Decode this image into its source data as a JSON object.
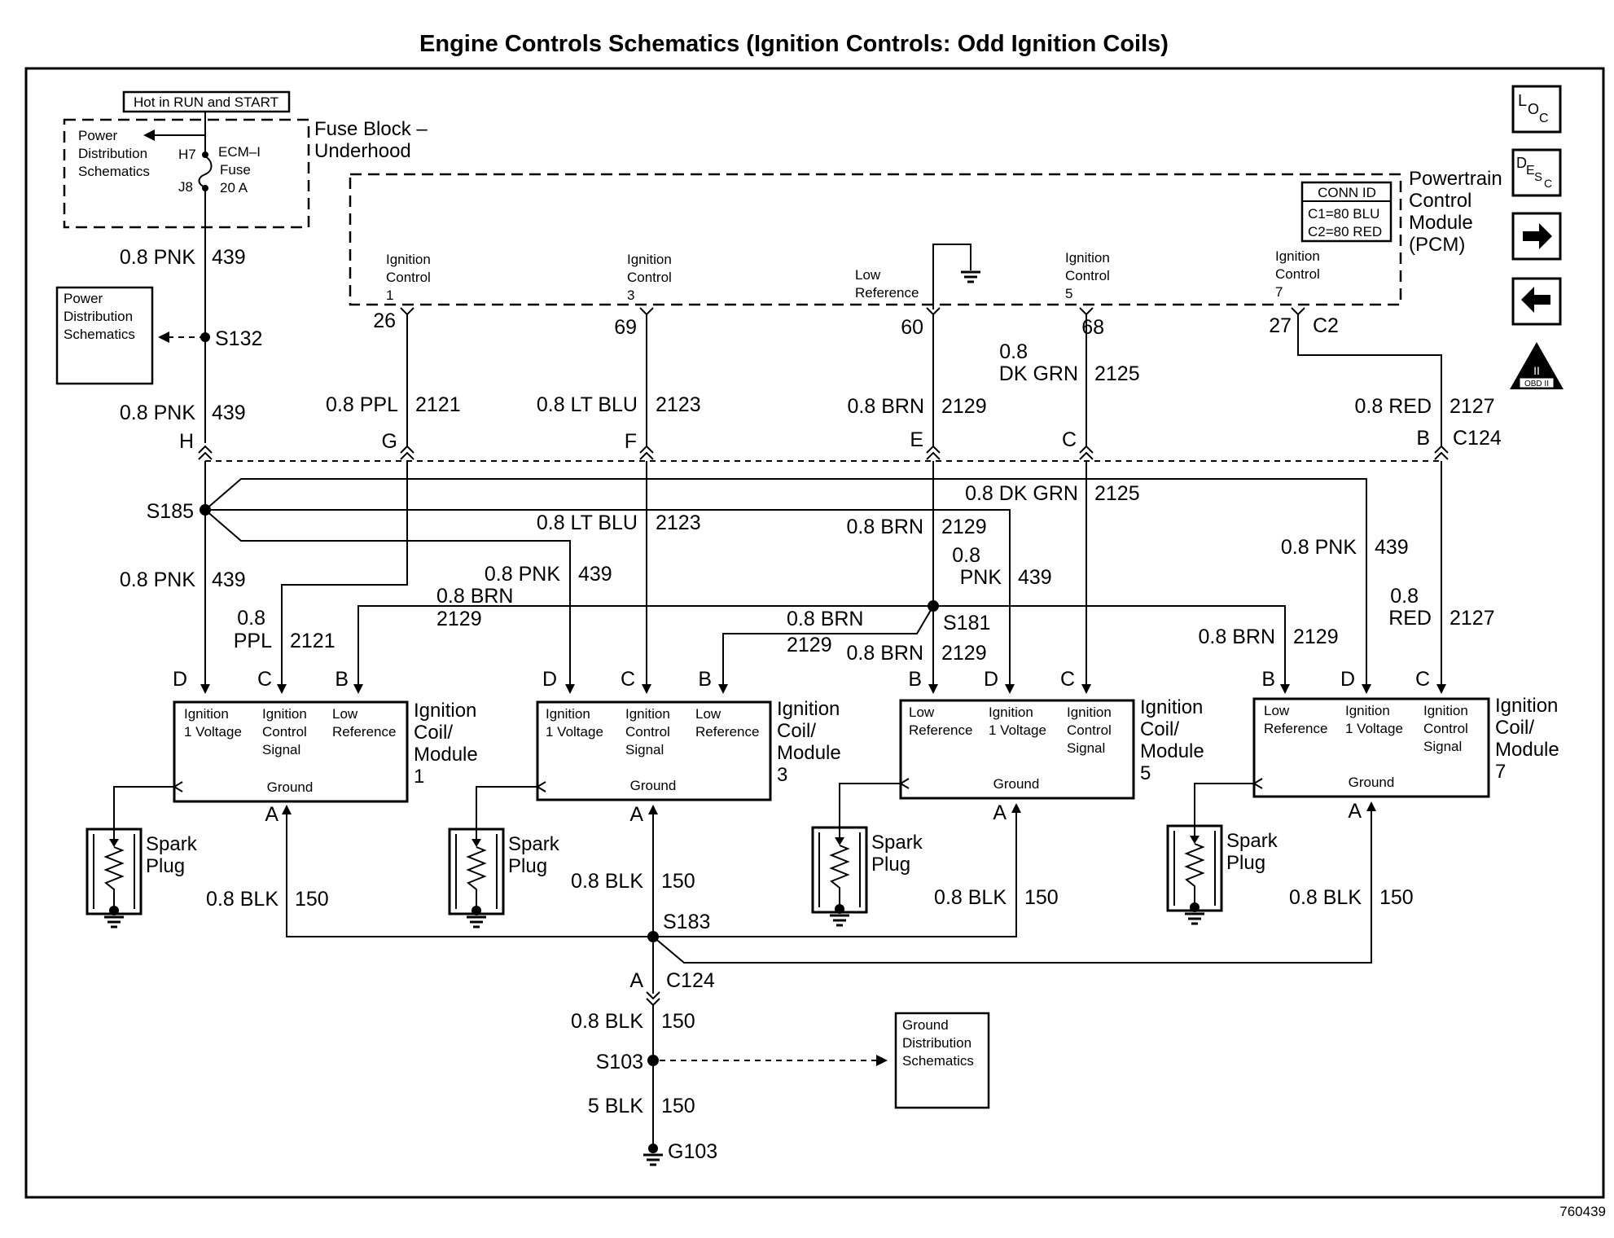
{
  "title": "Engine Controls Schematics (Ignition Controls: Odd Ignition Coils)",
  "image_id": "760439",
  "fuse_block": {
    "hot_label": "Hot in RUN and START",
    "name_l1": "Fuse Block –",
    "name_l2": "Underhood",
    "power_dist_l1": "Power",
    "power_dist_l2": "Distribution",
    "power_dist_l3": "Schematics",
    "pin_h7": "H7",
    "pin_j8": "J8",
    "fuse_l1": "ECM–I",
    "fuse_l2": "Fuse",
    "fuse_l3": "20 A"
  },
  "power_dist_box": {
    "l1": "Power",
    "l2": "Distribution",
    "l3": "Schematics"
  },
  "pcm": {
    "name_l1": "Powertrain",
    "name_l2": "Control",
    "name_l3": "Module",
    "name_l4": "(PCM)",
    "conn_id_title": "CONN ID",
    "conn_c1": "C1=80 BLU",
    "conn_c2": "C2=80 RED",
    "connector": "C2",
    "pins": [
      {
        "l1": "Ignition",
        "l2": "Control",
        "l3": "1",
        "pin": "26"
      },
      {
        "l1": "Ignition",
        "l2": "Control",
        "l3": "3",
        "pin": "69"
      },
      {
        "l1": "Low",
        "l2": "Reference",
        "l3": "",
        "pin": "60"
      },
      {
        "l1": "Ignition",
        "l2": "Control",
        "l3": "5",
        "pin": "68"
      },
      {
        "l1": "Ignition",
        "l2": "Control",
        "l3": "7",
        "pin": "27"
      }
    ]
  },
  "wires": {
    "pnk_size": "0.8 PNK",
    "pnk_num": "439",
    "ppl_size": "0.8 PPL",
    "ppl_num": "2121",
    "ppl_size_a": "0.8",
    "ppl_size_b": "PPL",
    "ltblu_size": "0.8 LT BLU",
    "ltblu_num": "2123",
    "brn_size": "0.8 BRN",
    "brn_num": "2129",
    "dkgrn_size": "0.8 DK GRN",
    "dkgrn_num": "2125",
    "dkgrn_size_a": "0.8",
    "dkgrn_size_b": "DK GRN",
    "red_size": "0.8 RED",
    "red_num": "2127",
    "red_size_a": "0.8",
    "red_size_b": "RED",
    "pnk_size_a": "0.8",
    "pnk_size_b": "PNK",
    "blk_size": "0.8 BLK",
    "blk_num": "150",
    "blk5_size": "5 BLK"
  },
  "splices": {
    "s132": "S132",
    "s185": "S185",
    "s181": "S181",
    "s183": "S183",
    "s103": "S103",
    "g103": "G103"
  },
  "c124": {
    "name": "C124",
    "pins": [
      "H",
      "G",
      "F",
      "E",
      "C",
      "B"
    ],
    "ground_pin": "A"
  },
  "coils": [
    {
      "pins": [
        "Ignition\n1 Voltage",
        "Ignition\nControl\nSignal",
        "Low\nReference"
      ],
      "letters": [
        "D",
        "C",
        "B"
      ],
      "ground": "Ground",
      "gnd_pin": "A",
      "name_l1": "Ignition",
      "name_l2": "Coil/",
      "name_l3": "Module",
      "name_l4": "1",
      "plug_l1": "Spark",
      "plug_l2": "Plug"
    },
    {
      "pins": [
        "Ignition\n1 Voltage",
        "Ignition\nControl\nSignal",
        "Low\nReference"
      ],
      "letters": [
        "D",
        "C",
        "B"
      ],
      "ground": "Ground",
      "gnd_pin": "A",
      "name_l1": "Ignition",
      "name_l2": "Coil/",
      "name_l3": "Module",
      "name_l4": "3",
      "plug_l1": "Spark",
      "plug_l2": "Plug"
    },
    {
      "pins": [
        "Low\nReference",
        "Ignition\n1 Voltage",
        "Ignition\nControl\nSignal"
      ],
      "letters": [
        "B",
        "D",
        "C"
      ],
      "ground": "Ground",
      "gnd_pin": "A",
      "name_l1": "Ignition",
      "name_l2": "Coil/",
      "name_l3": "Module",
      "name_l4": "5",
      "plug_l1": "Spark",
      "plug_l2": "Plug"
    },
    {
      "pins": [
        "Low\nReference",
        "Ignition\n1 Voltage",
        "Ignition\nControl\nSignal"
      ],
      "letters": [
        "B",
        "D",
        "C"
      ],
      "ground": "Ground",
      "gnd_pin": "A",
      "name_l1": "Ignition",
      "name_l2": "Coil/",
      "name_l3": "Module",
      "name_l4": "7",
      "plug_l1": "Spark",
      "plug_l2": "Plug"
    }
  ],
  "ground_dist": {
    "l1": "Ground",
    "l2": "Distribution",
    "l3": "Schematics"
  },
  "nav": {
    "loc_main": "L",
    "loc_o": "O",
    "loc_c": "C",
    "desc_main": "D",
    "desc_e": "E",
    "desc_s": "S",
    "desc_c": "C",
    "next_arrow": "➡",
    "prev_arrow": "⬅",
    "obd_roman": "II",
    "obd_text": "OBD II"
  }
}
